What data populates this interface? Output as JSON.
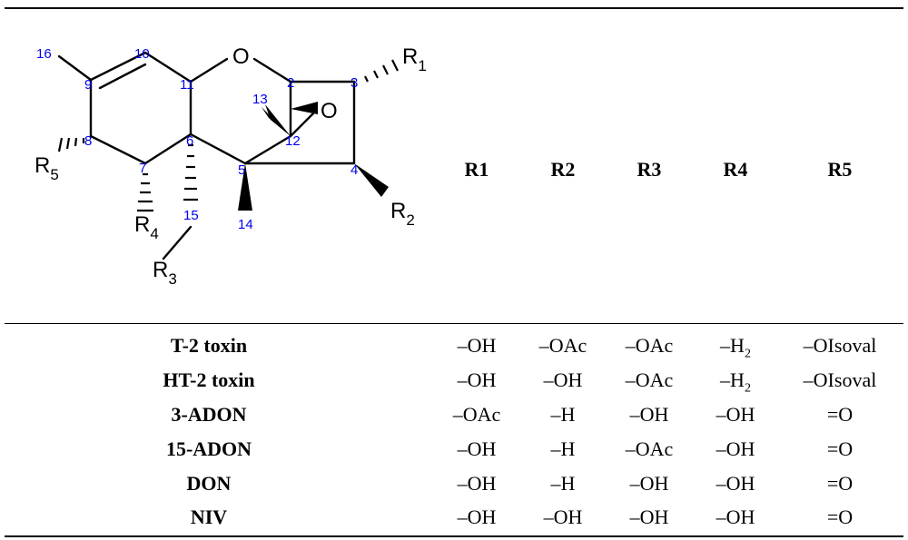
{
  "structure": {
    "atoms": {
      "o1": "O",
      "o2": "O"
    },
    "substituents": [
      {
        "key": "R1",
        "letter": "R",
        "index": "1"
      },
      {
        "key": "R2",
        "letter": "R",
        "index": "2"
      },
      {
        "key": "R3",
        "letter": "R",
        "index": "3"
      },
      {
        "key": "R4",
        "letter": "R",
        "index": "4"
      },
      {
        "key": "R5",
        "letter": "R",
        "index": "5"
      }
    ],
    "numbers": [
      "2",
      "3",
      "4",
      "5",
      "6",
      "7",
      "8",
      "9",
      "10",
      "11",
      "12",
      "13",
      "14",
      "15",
      "16"
    ]
  },
  "table": {
    "headers": [
      "R1",
      "R2",
      "R3",
      "R4",
      "R5"
    ],
    "rows": [
      {
        "name": "T-2 toxin",
        "cells": [
          "–OH",
          "–OAc",
          "–OAc",
          "–H",
          "–OIsoval"
        ],
        "r4sub": "2"
      },
      {
        "name": "HT-2 toxin",
        "cells": [
          "–OH",
          "–OH",
          "–OAc",
          "–H",
          "–OIsoval"
        ],
        "r4sub": "2"
      },
      {
        "name": "3-ADON",
        "cells": [
          "–OAc",
          "–H",
          "–OH",
          "–OH",
          "=O"
        ]
      },
      {
        "name": "15-ADON",
        "cells": [
          "–OH",
          "–H",
          "–OAc",
          "–OH",
          "=O"
        ]
      },
      {
        "name": "DON",
        "cells": [
          "–OH",
          "–H",
          "–OH",
          "–OH",
          "=O"
        ]
      },
      {
        "name": "NIV",
        "cells": [
          "–OH",
          "–OH",
          "–OH",
          "–OH",
          "=O"
        ]
      }
    ]
  }
}
